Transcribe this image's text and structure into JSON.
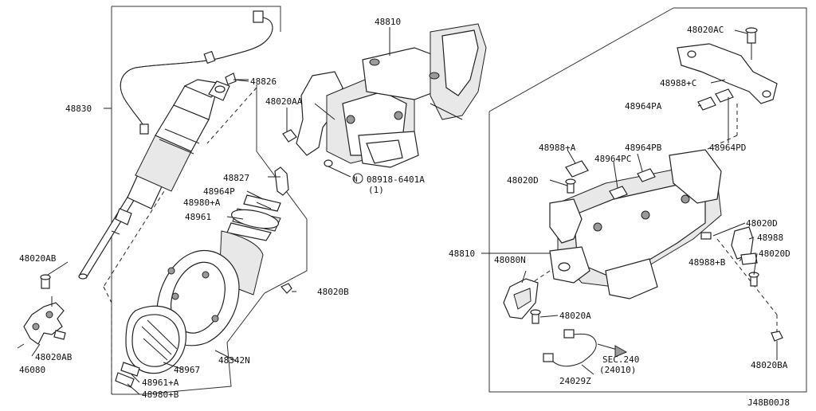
{
  "drawing_code": "J48B00J8",
  "labels": {
    "p48830": "48830",
    "p48826": "48826",
    "p48827": "48827",
    "p48964P": "48964P",
    "p48980A": "48980+A",
    "p48961": "48961",
    "p48020AB_top": "48020AB",
    "p48020AB_bot": "48020AB",
    "p46080": "46080",
    "p48342N": "48342N",
    "p48967": "48967",
    "p48961A": "48961+A",
    "p48980B": "48980+B",
    "p48020B": "48020B",
    "p48810_top": "48810",
    "p48020AA": "48020AA",
    "p08918_6401A": "08918-6401A",
    "p08918_qty": "(1)",
    "n_symbol": "N",
    "p48020AC": "48020AC",
    "p48988C": "48988+C",
    "p48964PA": "48964PA",
    "p48964PD": "48964PD",
    "p48988A": "48988+A",
    "p48964PB": "48964PB",
    "p48964PC": "48964PC",
    "p48020D_left": "48020D",
    "p48020D_right_top": "48020D",
    "p48988": "48988",
    "p48988B": "48988+B",
    "p48020D_right_bot": "48020D",
    "p48810_right": "48810",
    "p48080N": "48080N",
    "p48020A": "48020A",
    "p48020BA": "48020BA",
    "sec240": "SEC.240",
    "sec240_ref": "(24010)",
    "p24029Z": "24029Z"
  }
}
